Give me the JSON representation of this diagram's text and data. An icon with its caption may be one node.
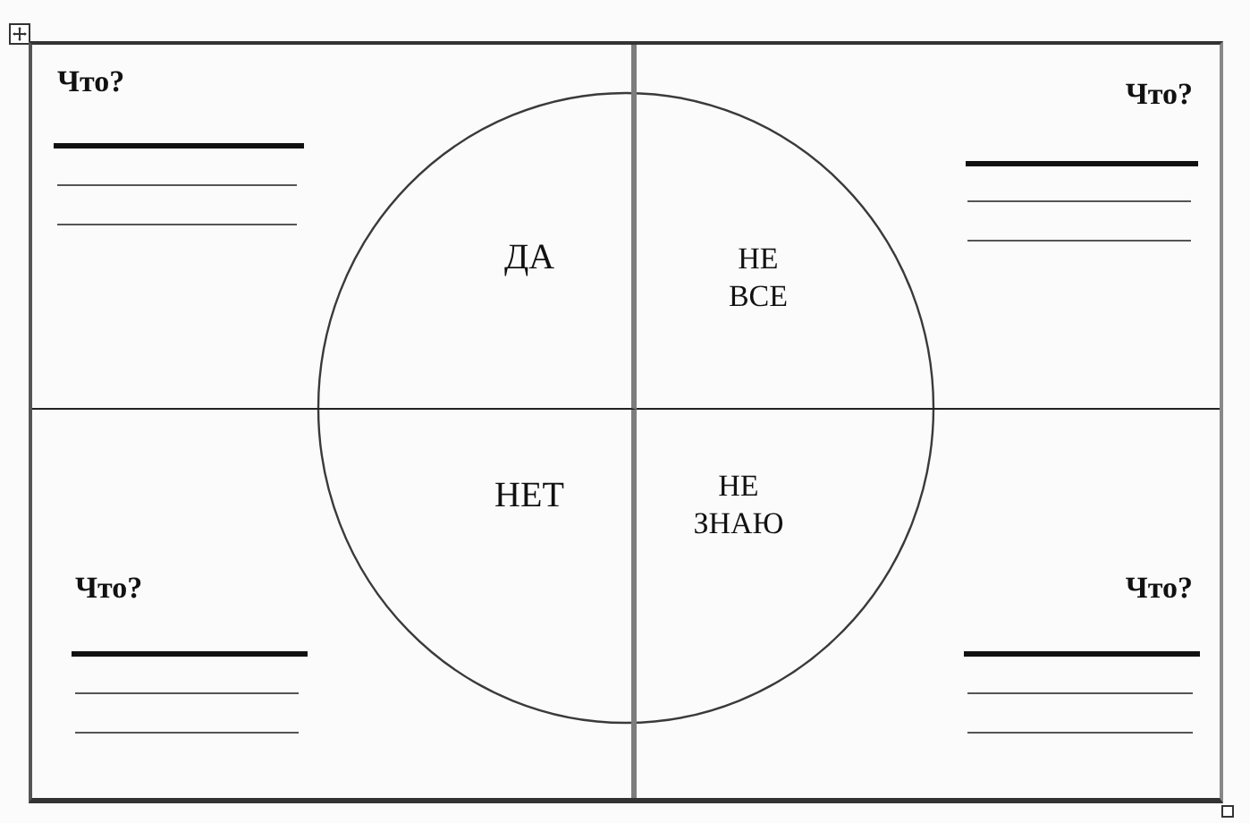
{
  "diagram": {
    "nodes": [
      {
        "text": [
          "Что?",
          "ДА"
        ]
      },
      {
        "text": [
          "Что?",
          "НЕ ВСЕ"
        ]
      },
      {
        "text": [
          "Что?",
          "НЕТ"
        ]
      },
      {
        "text": [
          "Что?",
          "НЕ ЗНАЮ"
        ]
      },
      {
        "text": [],
        "shape": "circle"
      }
    ]
  }
}
